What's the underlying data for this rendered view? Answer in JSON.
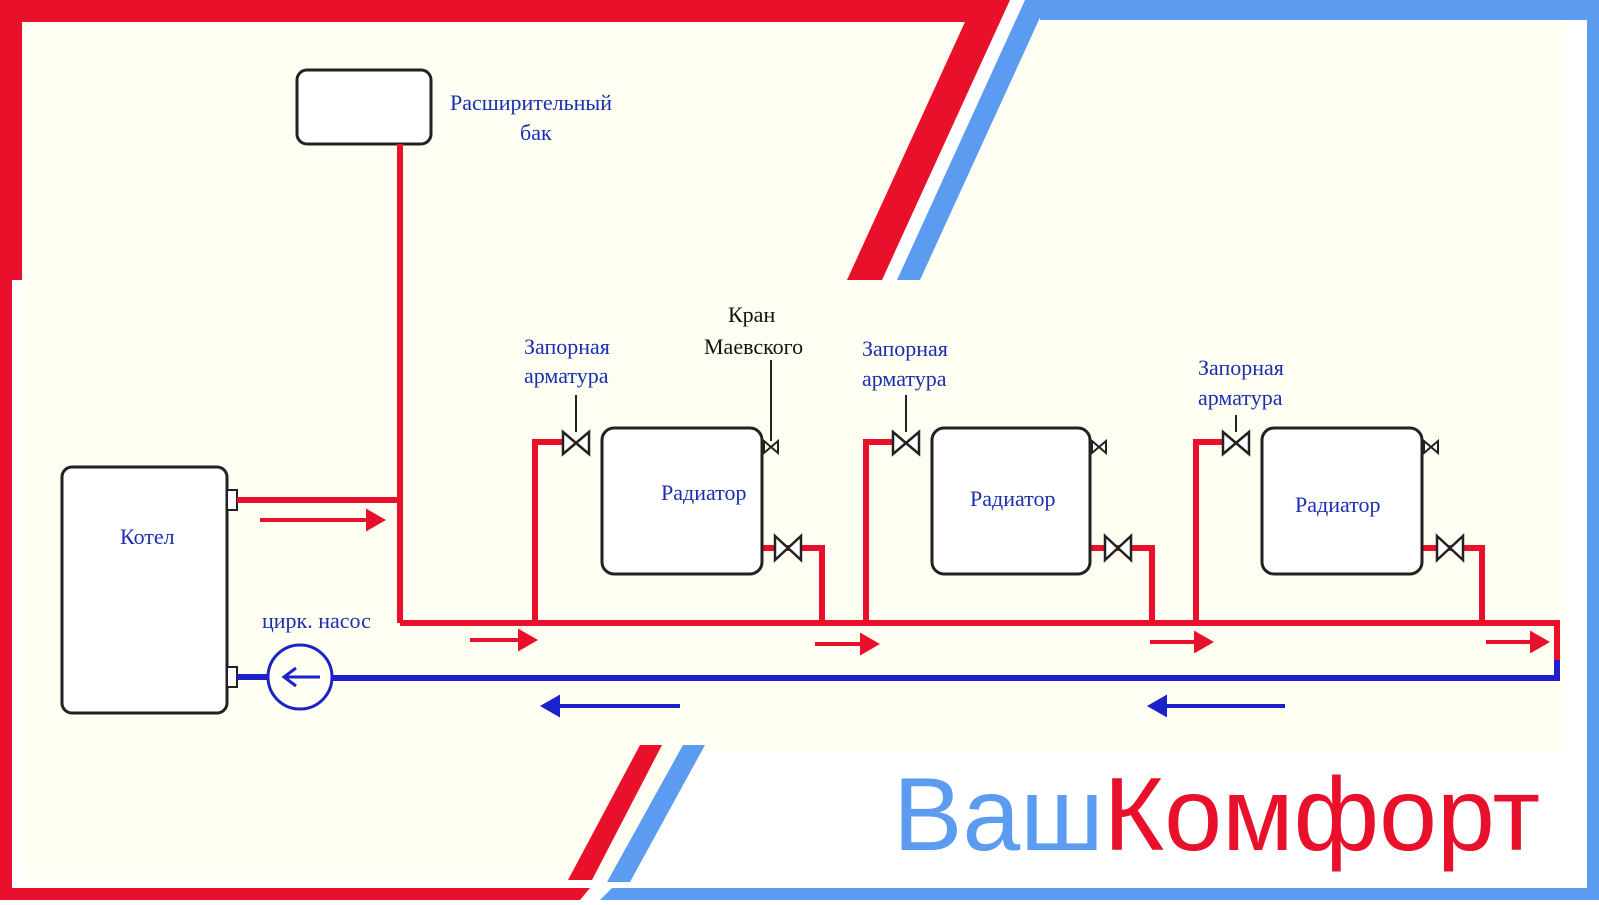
{
  "colors": {
    "red": "#e8102a",
    "blue": "#1c22c8",
    "frame_blue": "#5b9bf0",
    "panel": "#fffef3",
    "label_blue": "#1a2fb0",
    "label_dark": "#111111"
  },
  "labels": {
    "expansion_tank_line1": "Расширительный",
    "expansion_tank_line2": "бак",
    "boiler": "Котел",
    "pump": "цирк. насос",
    "mayevsky_line1": "Кран",
    "mayevsky_line2": "Маевского",
    "radiators": [
      {
        "name": "Радиатор",
        "valve_line1": "Запорная",
        "valve_line2": "арматура"
      },
      {
        "name": "Радиатор",
        "valve_line1": "Запорная",
        "valve_line2": "арматура"
      },
      {
        "name": "Радиатор",
        "valve_line1": "Запорная",
        "valve_line2": "арматура"
      }
    ]
  },
  "brand": {
    "part1": "Ваш",
    "part2": "Комфорт"
  }
}
